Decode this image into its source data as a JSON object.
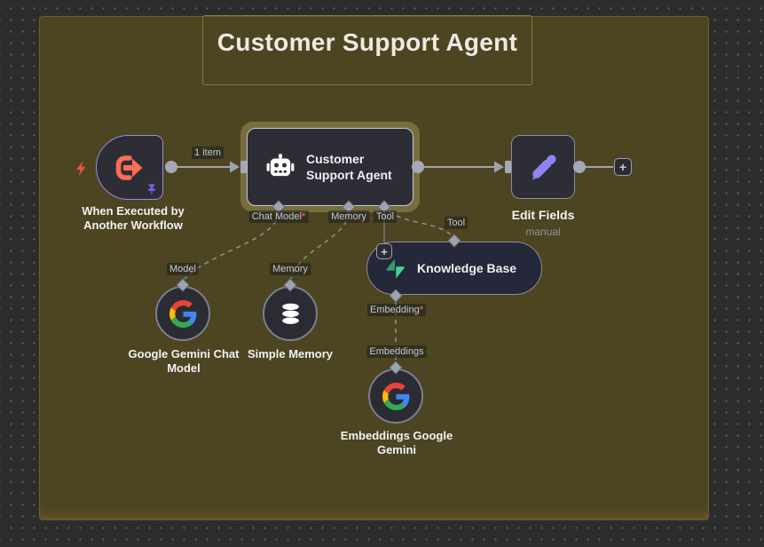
{
  "sticky": {
    "title": "Customer Support Agent"
  },
  "edges": {
    "item_count": "1 item"
  },
  "required_marker": "*",
  "plus": "+",
  "trigger": {
    "label_line1": "When Executed by",
    "label_line2": "Another Workflow"
  },
  "agent": {
    "name_line1": "Customer",
    "name_line2": "Support Agent",
    "ports": {
      "chat_model": "Chat Model",
      "memory": "Memory",
      "tool": "Tool"
    }
  },
  "edit_fields": {
    "label": "Edit Fields",
    "subtitle": "manual"
  },
  "knowledge_base": {
    "label": "Knowledge Base",
    "tool_port": "Tool",
    "embedding_port": "Embedding"
  },
  "gemini_model": {
    "port": "Model",
    "label_line1": "Google Gemini Chat",
    "label_line2": "Model"
  },
  "simple_memory": {
    "port": "Memory",
    "label": "Simple Memory"
  },
  "embeddings_node": {
    "port": "Embeddings",
    "label_line1": "Embeddings Google",
    "label_line2": "Gemini"
  },
  "colors": {
    "canvas_bg": "#2b2d2d",
    "sticky_fill": "#4d4421",
    "node_fill": "#2d2e35",
    "kb_fill": "#252838",
    "selection_ring": "rgba(235,215,140,0.28)",
    "trigger_border": "#978ee6",
    "coral_icon": "#ff6b59",
    "pin_purple": "#7a5cf0",
    "pencil_purple": "#8e86f0",
    "kb_green_dark": "#2f9e6b",
    "kb_green_bright": "#3fd795",
    "google_blue": "#4285F4",
    "google_green": "#34A853",
    "google_yellow": "#FBBC05",
    "google_red": "#EA4335",
    "connector_gray": "#a6a9b4",
    "required_red": "#ef5350"
  }
}
